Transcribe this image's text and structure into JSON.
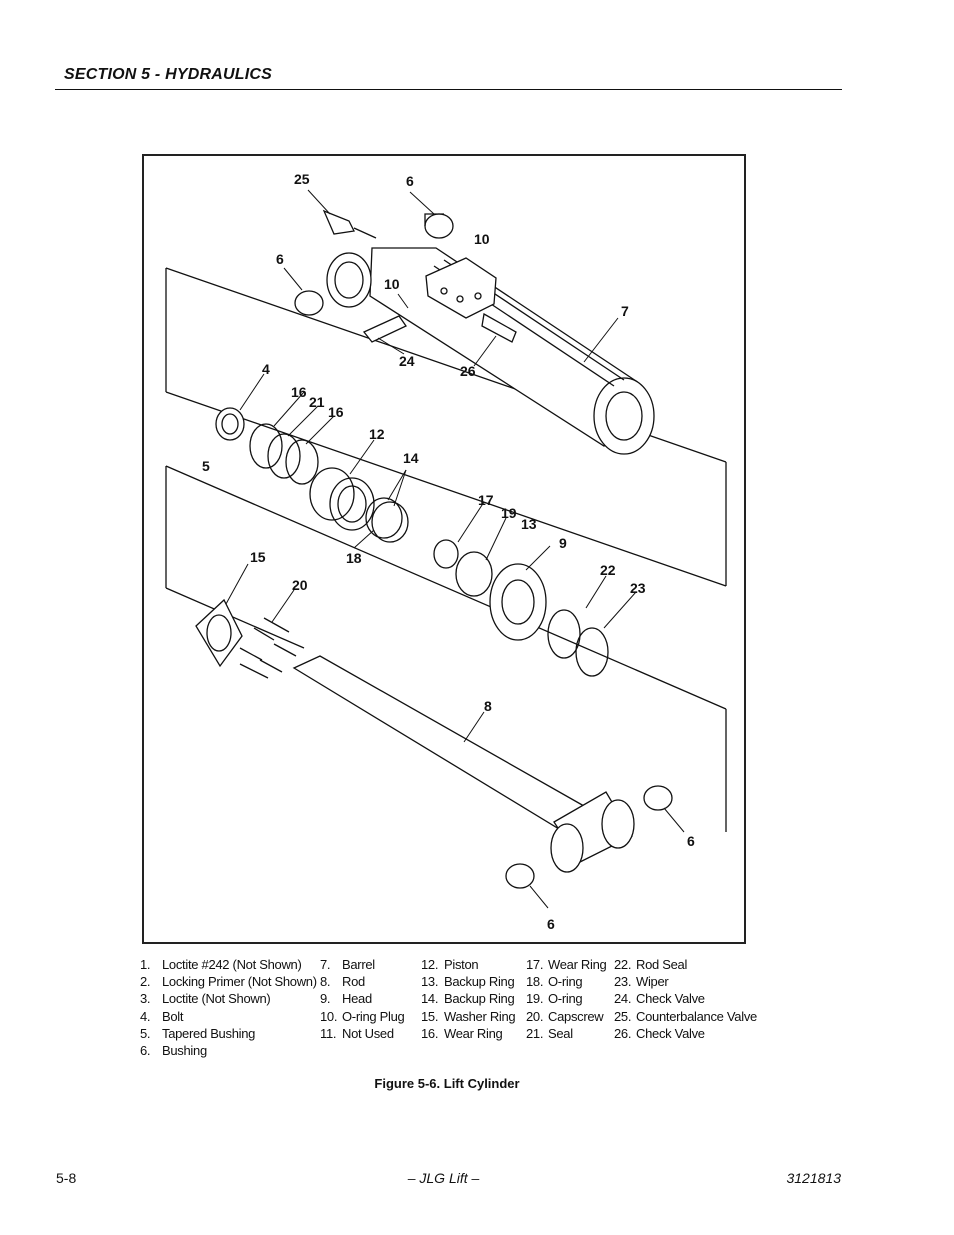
{
  "header": {
    "section_title": "SECTION 5 - HYDRAULICS"
  },
  "callouts": [
    "25",
    "6",
    "10",
    "6",
    "10",
    "7",
    "24",
    "26",
    "4",
    "16",
    "21",
    "16",
    "12",
    "14",
    "5",
    "17",
    "19",
    "13",
    "9",
    "15",
    "20",
    "18",
    "22",
    "23",
    "8",
    "6",
    "6"
  ],
  "legend": {
    "col1": [
      {
        "num": "1.",
        "text": "Loctite #242 (Not Shown)"
      },
      {
        "num": "2.",
        "text": "Locking Primer (Not Shown)"
      },
      {
        "num": "3.",
        "text": "Loctite (Not Shown)"
      },
      {
        "num": "4.",
        "text": "Bolt"
      },
      {
        "num": "5.",
        "text": "Tapered Bushing"
      },
      {
        "num": "6.",
        "text": "Bushing"
      }
    ],
    "col2": [
      {
        "num": "7.",
        "text": "Barrel"
      },
      {
        "num": "8.",
        "text": "Rod"
      },
      {
        "num": "9.",
        "text": "Head"
      },
      {
        "num": "10.",
        "text": "O-ring Plug"
      },
      {
        "num": "11.",
        "text": "Not Used"
      }
    ],
    "col3": [
      {
        "num": "12.",
        "text": "Piston"
      },
      {
        "num": "13.",
        "text": "Backup Ring"
      },
      {
        "num": "14.",
        "text": "Backup Ring"
      },
      {
        "num": "15.",
        "text": "Washer Ring"
      },
      {
        "num": "16.",
        "text": "Wear Ring"
      }
    ],
    "col4": [
      {
        "num": "17.",
        "text": "Wear Ring"
      },
      {
        "num": "18.",
        "text": "O-ring"
      },
      {
        "num": "19.",
        "text": "O-ring"
      },
      {
        "num": "20.",
        "text": "Capscrew"
      },
      {
        "num": "21.",
        "text": "Seal"
      }
    ],
    "col5": [
      {
        "num": "22.",
        "text": "Rod Seal"
      },
      {
        "num": "23.",
        "text": "Wiper"
      },
      {
        "num": "24.",
        "text": "Check Valve"
      },
      {
        "num": "25.",
        "text": "Counterbalance Valve"
      },
      {
        "num": "26.",
        "text": "Check Valve"
      }
    ]
  },
  "caption": "Figure 5-6.  Lift Cylinder",
  "footer": {
    "page_number": "5-8",
    "center": "– JLG Lift –",
    "doc_number": "3121813"
  }
}
